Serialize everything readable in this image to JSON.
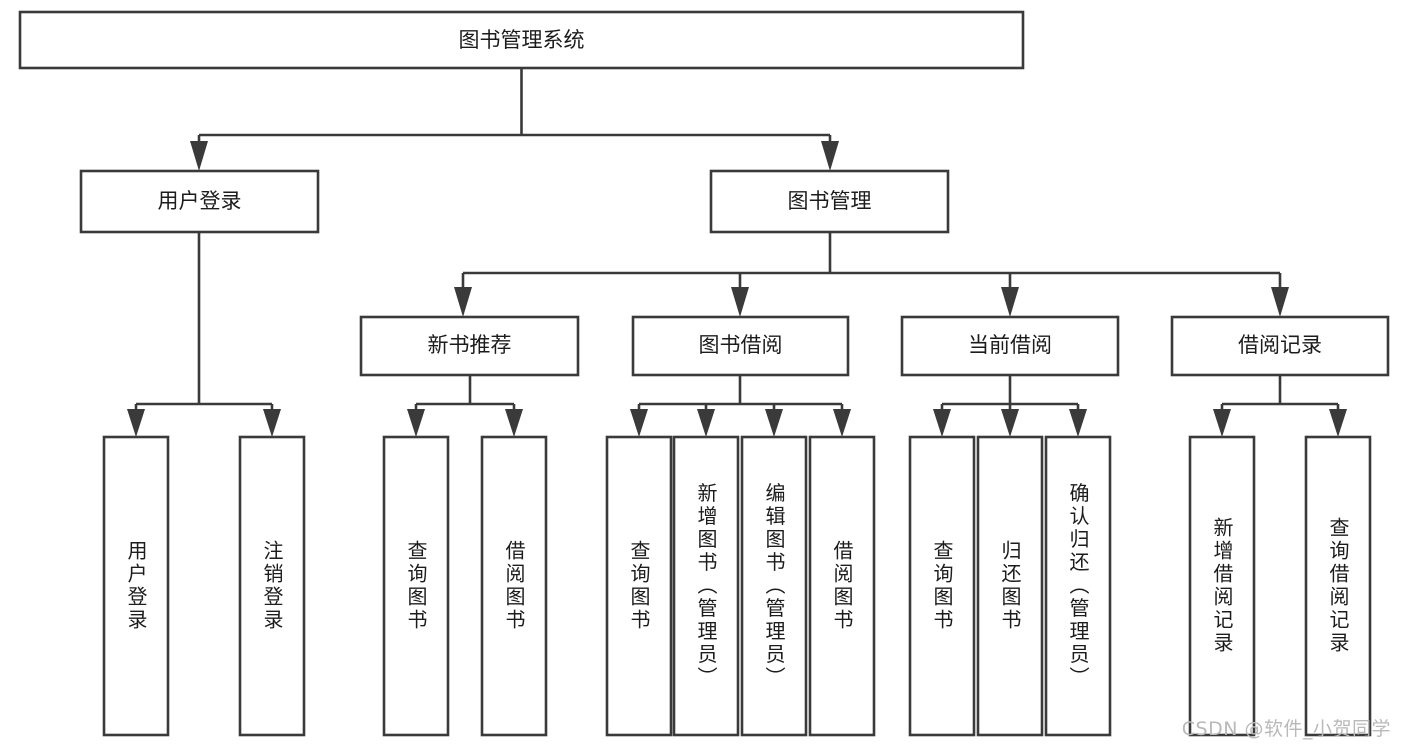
{
  "diagram": {
    "title": "图书管理系统",
    "type": "functional-structure-tree",
    "watermark": "CSDN @软件_小贺同学",
    "colors": {
      "stroke": "#3a3a3a",
      "fill": "#ffffff",
      "text": "#1c1c1c",
      "watermark": "#b9b9b9",
      "background": "#ffffff"
    },
    "levels": {
      "root": {
        "label": "图书管理系统"
      },
      "level2": [
        {
          "id": "user-login",
          "label": "用户登录"
        },
        {
          "id": "book-management",
          "label": "图书管理"
        }
      ],
      "level3": [
        {
          "id": "new-book-recommend",
          "label": "新书推荐"
        },
        {
          "id": "book-borrow",
          "label": "图书借阅"
        },
        {
          "id": "current-borrow",
          "label": "当前借阅"
        },
        {
          "id": "borrow-record",
          "label": "借阅记录"
        }
      ],
      "leaves": {
        "user-login": [
          {
            "id": "leaf-user-login",
            "label": "用户登录"
          },
          {
            "id": "leaf-user-logout",
            "label": "注销登录"
          }
        ],
        "new-book-recommend": [
          {
            "id": "leaf-query-book-1",
            "label": "查询图书"
          },
          {
            "id": "leaf-borrow-book-1",
            "label": "借阅图书"
          }
        ],
        "book-borrow": [
          {
            "id": "leaf-query-book-2",
            "label": "查询图书"
          },
          {
            "id": "leaf-add-book",
            "label": "新增图书（管理员）"
          },
          {
            "id": "leaf-edit-book",
            "label": "编辑图书（管理员）"
          },
          {
            "id": "leaf-borrow-book-2",
            "label": "借阅图书"
          }
        ],
        "current-borrow": [
          {
            "id": "leaf-query-book-3",
            "label": "查询图书"
          },
          {
            "id": "leaf-return-book",
            "label": "归还图书"
          },
          {
            "id": "leaf-confirm-return",
            "label": "确认归还（管理员）"
          }
        ],
        "borrow-record": [
          {
            "id": "leaf-add-record",
            "label": "新增借阅记录"
          },
          {
            "id": "leaf-query-record",
            "label": "查询借阅记录"
          }
        ]
      }
    }
  }
}
